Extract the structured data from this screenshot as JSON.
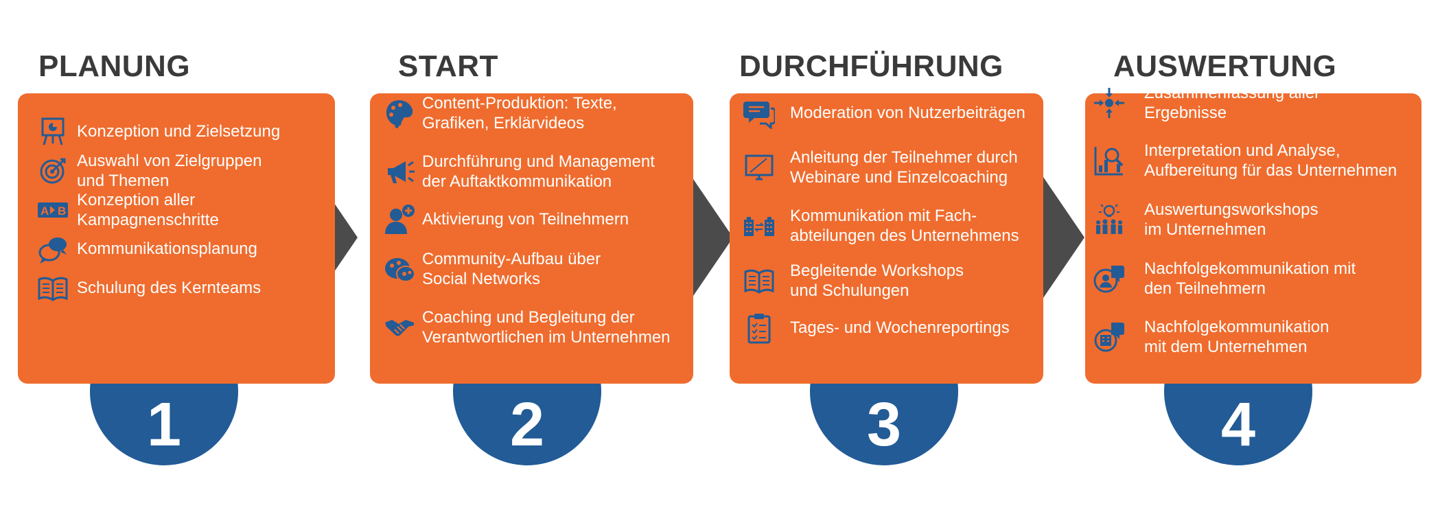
{
  "colors": {
    "card": "#ef6c2e",
    "circle": "#225b96",
    "arrow": "#4b4b4b",
    "title": "#3a3a3a",
    "icon": "#225b96",
    "text": "#ffffff"
  },
  "phases": [
    {
      "title": "PLANUNG",
      "number": "1",
      "items": [
        {
          "icon": "presentation-board-icon",
          "text": "Konzeption und Zielsetzung"
        },
        {
          "icon": "target-icon",
          "text": "Auswahl von Zielgruppen\nund Themen"
        },
        {
          "icon": "a-to-b-icon",
          "text": "Konzeption aller\nKampagnenschritte"
        },
        {
          "icon": "speech-bubbles-icon",
          "text": "Kommunikationsplanung"
        },
        {
          "icon": "open-book-icon",
          "text": "Schulung des Kernteams"
        }
      ]
    },
    {
      "title": "START",
      "number": "2",
      "items": [
        {
          "icon": "palette-icon",
          "text": "Content-Produktion: Texte,\nGrafiken, Erklärvideos"
        },
        {
          "icon": "megaphone-icon",
          "text": "Durchführung und Management\nder Auftaktkommunikation"
        },
        {
          "icon": "add-user-icon",
          "text": "Aktivierung von Teilnehmern"
        },
        {
          "icon": "community-bubbles-icon",
          "text": "Community-Aufbau über\nSocial Networks"
        },
        {
          "icon": "handshake-icon",
          "text": "Coaching und Begleitung der\nVerantwortlichen im Unternehmen"
        }
      ]
    },
    {
      "title": "DURCHFÜHRUNG",
      "number": "3",
      "items": [
        {
          "icon": "chat-moderation-icon",
          "text": "Moderation von Nutzerbeiträgen"
        },
        {
          "icon": "webinar-screen-icon",
          "text": "Anleitung der Teilnehmer durch\nWebinare und Einzelcoaching"
        },
        {
          "icon": "buildings-exchange-icon",
          "text": "Kommunikation mit Fach-\nabteilungen des Unternehmens"
        },
        {
          "icon": "open-book-icon",
          "text": "Begleitende Workshops\nund Schulungen"
        },
        {
          "icon": "clipboard-report-icon",
          "text": "Tages- und Wochenreportings"
        }
      ]
    },
    {
      "title": "AUSWERTUNG",
      "number": "4",
      "items": [
        {
          "icon": "converge-arrows-icon",
          "text": "Zusammenfassung aller\nErgebnisse"
        },
        {
          "icon": "analysis-chart-icon",
          "text": "Interpretation und Analyse,\nAufbereitung für das Unternehmen"
        },
        {
          "icon": "idea-group-icon",
          "text": "Auswertungsworkshops\nim Unternehmen"
        },
        {
          "icon": "person-chat-icon",
          "text": "Nachfolgekommunikation mit\nden Teilnehmern"
        },
        {
          "icon": "building-chat-icon",
          "text": "Nachfolgekommunikation\nmit dem Unternehmen"
        }
      ]
    }
  ]
}
